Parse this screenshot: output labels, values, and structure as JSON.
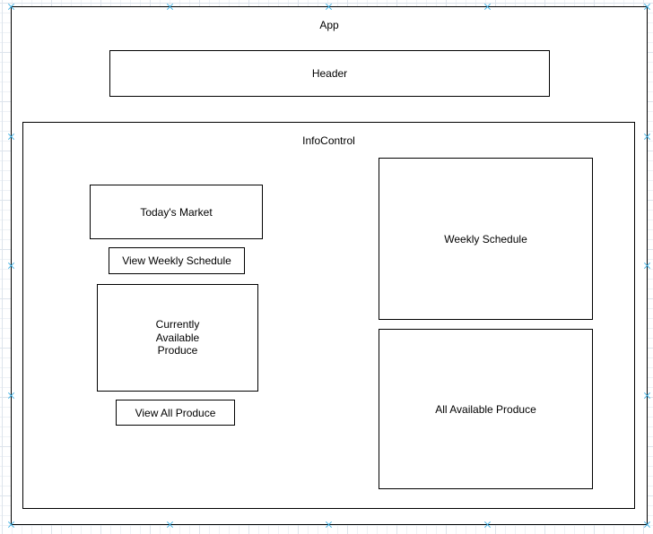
{
  "canvas": {
    "background": "#ffffff",
    "grid_minor_color": "#eef2f6",
    "grid_major_color": "#dde4ec",
    "connection_point_color": "#3fb1e3",
    "shape_border_color": "#000000",
    "shape_fill_color": "#ffffff",
    "text_color": "#000000"
  },
  "shapes": {
    "app": {
      "label": "App"
    },
    "header": {
      "label": "Header"
    },
    "info_control": {
      "label": "InfoControl"
    },
    "todays_market": {
      "label": "Today's Market"
    },
    "view_weekly_schedule_button": {
      "label": "View Weekly Schedule"
    },
    "currently_available_produce": {
      "label": "Currently\nAvailable\nProduce"
    },
    "view_all_produce_button": {
      "label": "View All Produce"
    },
    "weekly_schedule": {
      "label": "Weekly Schedule"
    },
    "all_available_produce": {
      "label": "All Available Produce"
    }
  }
}
